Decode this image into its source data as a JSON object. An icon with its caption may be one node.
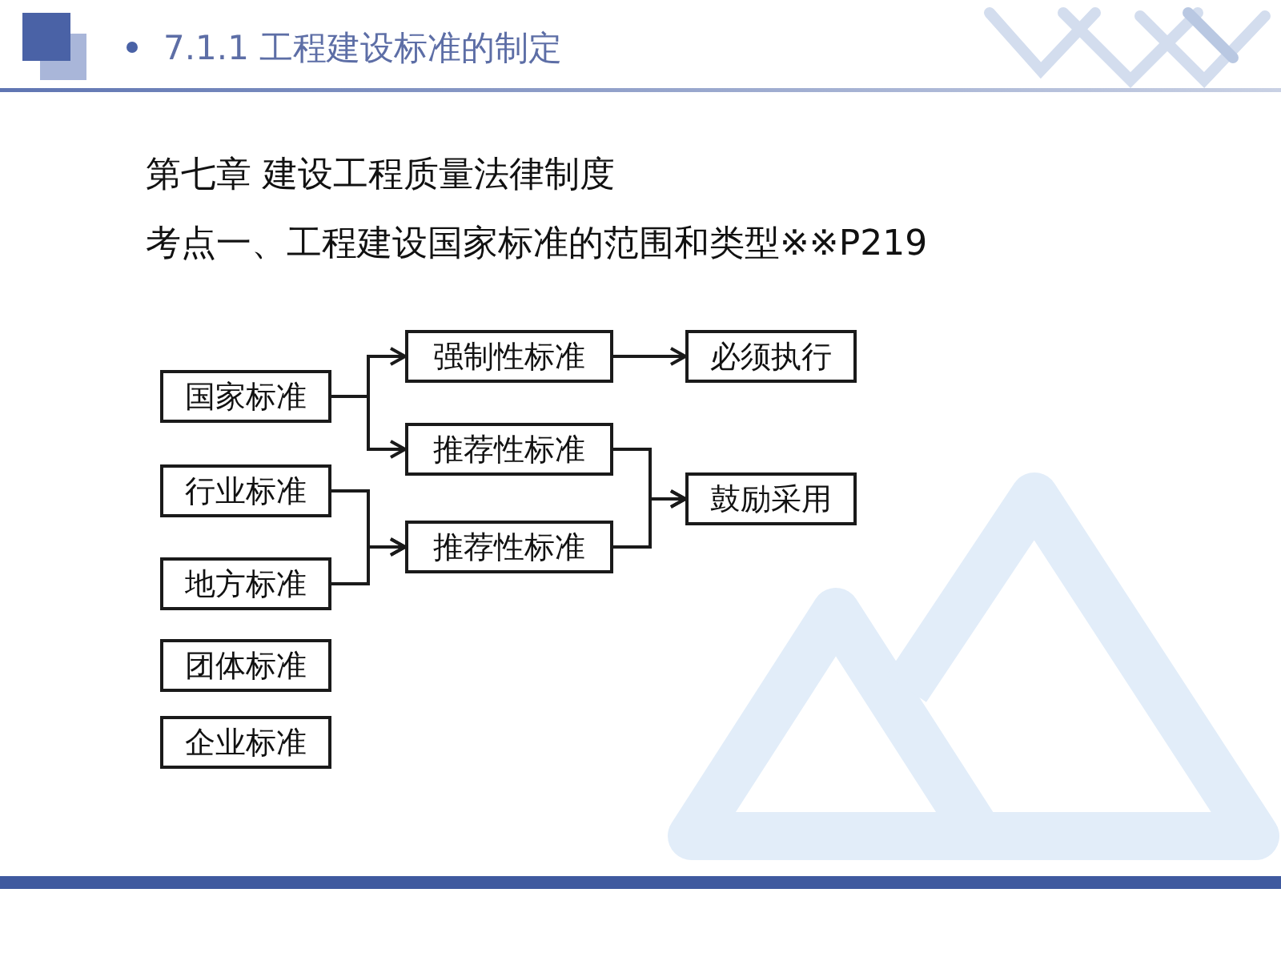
{
  "diagram": {
    "title": "7.1.1 工程建设标准的制定",
    "nodes": [
      {
        "text": [
          "国家标准"
        ]
      },
      {
        "text": [
          "行业标准"
        ]
      },
      {
        "text": [
          "地方标准"
        ]
      },
      {
        "text": [
          "团体标准"
        ]
      },
      {
        "text": [
          "企业标准"
        ]
      },
      {
        "text": [
          "强制性标准"
        ]
      },
      {
        "text": [
          "推荐性标准"
        ]
      },
      {
        "text": [
          "推荐性标准"
        ]
      },
      {
        "text": [
          "必须执行"
        ]
      },
      {
        "text": [
          "鼓励采用"
        ]
      }
    ],
    "edges": [
      {
        "from": 0,
        "to": 5,
        "arrow": "to"
      },
      {
        "from": 0,
        "to": 6,
        "arrow": "to"
      },
      {
        "from": 1,
        "to": 7,
        "arrow": "to"
      },
      {
        "from": 2,
        "to": 7,
        "arrow": "to"
      },
      {
        "from": 5,
        "to": 8,
        "arrow": "to"
      },
      {
        "from": 6,
        "to": 9,
        "arrow": "to"
      },
      {
        "from": 7,
        "to": 9,
        "arrow": "to"
      }
    ],
    "labels": [
      "第七章 建设工程质量法律制度",
      "考点一、工程建设国家标准的范围和类型※※P219"
    ]
  }
}
